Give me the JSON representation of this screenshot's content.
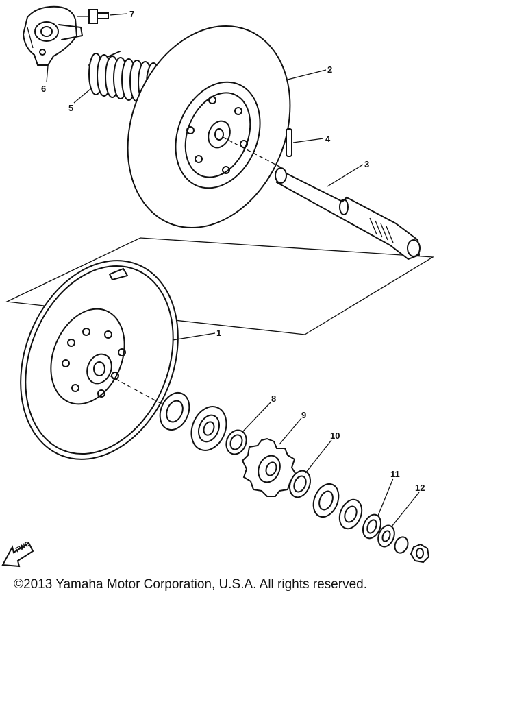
{
  "callouts": [
    {
      "id": "1",
      "label": "1"
    },
    {
      "id": "2",
      "label": "2"
    },
    {
      "id": "3",
      "label": "3"
    },
    {
      "id": "4",
      "label": "4"
    },
    {
      "id": "5",
      "label": "5"
    },
    {
      "id": "6",
      "label": "6"
    },
    {
      "id": "7",
      "label": "7"
    },
    {
      "id": "8",
      "label": "8"
    },
    {
      "id": "9",
      "label": "9"
    },
    {
      "id": "10",
      "label": "10"
    },
    {
      "id": "11",
      "label": "11"
    },
    {
      "id": "12",
      "label": "12"
    }
  ],
  "fwd_label": "FWD",
  "copyright": "©2013 Yamaha Motor Corporation, U.S.A. All rights reserved."
}
